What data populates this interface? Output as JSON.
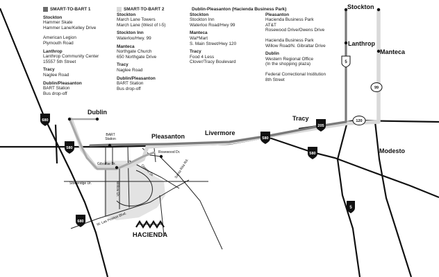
{
  "routes": [
    {
      "name": "SMART-TO-BART 1",
      "color": "#6b6b6b",
      "stops": [
        {
          "name": "Stockton",
          "lines": [
            "Hammer Skate",
            "Hammer Lane/Kelley Drive",
            "",
            "American Legion",
            "Plymouth Road"
          ]
        },
        {
          "name": "Lanthrop",
          "lines": [
            "Lanthrop Community Center",
            "15557 5th Street"
          ]
        },
        {
          "name": "Tracy",
          "lines": [
            "Naglee Road"
          ]
        },
        {
          "name": "Dublin/Pleasanton",
          "lines": [
            "BART Station",
            "Bus drop-off"
          ]
        }
      ]
    },
    {
      "name": "SMART-TO-BART 2",
      "color": "#d9d9d9",
      "stops": [
        {
          "name": "Stockton",
          "lines": [
            "March Lane Towers",
            "March Lane (West of I-5)"
          ]
        },
        {
          "name": "Stockton Inn",
          "lines": [
            "Waterloo/Hwy. 99"
          ]
        },
        {
          "name": "Manteca",
          "lines": [
            "Northgate Church",
            "650 Northgate Drive"
          ]
        },
        {
          "name": "Tracy",
          "lines": [
            "Naglee Road"
          ]
        },
        {
          "name": "Dublin/Pleasanton",
          "lines": [
            "BART Station",
            "Bus drop-off"
          ]
        }
      ]
    },
    {
      "name": "Dublin-Pleasanton (Hacienda Business Park)",
      "color": "#a8a8a8",
      "stops": [
        {
          "name": "Stockton",
          "lines": [
            "Stockton Inn",
            "Waterloo Road/Hwy 99"
          ]
        },
        {
          "name": "Manteca",
          "lines": [
            "Wal*Mart",
            "S. Main Street/Hwy 120"
          ]
        },
        {
          "name": "Tracy",
          "lines": [
            "Food 4 Less",
            "Clover/Tracy Boulevard"
          ]
        }
      ]
    },
    {
      "name": "",
      "color": "",
      "stops": [
        {
          "name": "Pleasanton",
          "lines": [
            "Hacienda Business Park",
            "AT&T",
            "Rosewood Drive/Owens Drive",
            "",
            "Hacienda Business Park",
            "Willow Road/N. Gibraltar Drive"
          ]
        },
        {
          "name": "Dublin",
          "lines": [
            "Western Regional Office",
            "(In the shopping plaza)",
            "",
            "Federal Correctional Institution",
            "8th Street"
          ]
        }
      ]
    }
  ],
  "map": {
    "cities": {
      "stockton": "Stockton",
      "lanthrop": "Lanthrop",
      "manteca": "Manteca",
      "tracy": "Tracy",
      "livermore": "Livermore",
      "pleasanton": "Pleasanton",
      "dublin": "Dublin",
      "modesto": "Modesto"
    },
    "labels": {
      "bart_station": [
        "BART",
        "Station"
      ],
      "rosewood": "Rosewood Dr.",
      "gibraltar": "Gibraltar Dr.",
      "owens": "Owens Dr.",
      "santa_rita": "Santa Rita Rd.",
      "stoneridge": "Stoneridge Dr.",
      "willow": "Willow Dr.",
      "las_positas": "W. Las Positas Blvd."
    },
    "shields": {
      "i680_top": "680",
      "i680_bottom": "680",
      "i580_west": "580",
      "i580_mid": "580",
      "i580_east": "580",
      "i205": "205",
      "i5_south": "5",
      "hwy5_north": "5",
      "hwy99": "99",
      "hwy120": "120"
    },
    "logo": "HACIENDA"
  }
}
